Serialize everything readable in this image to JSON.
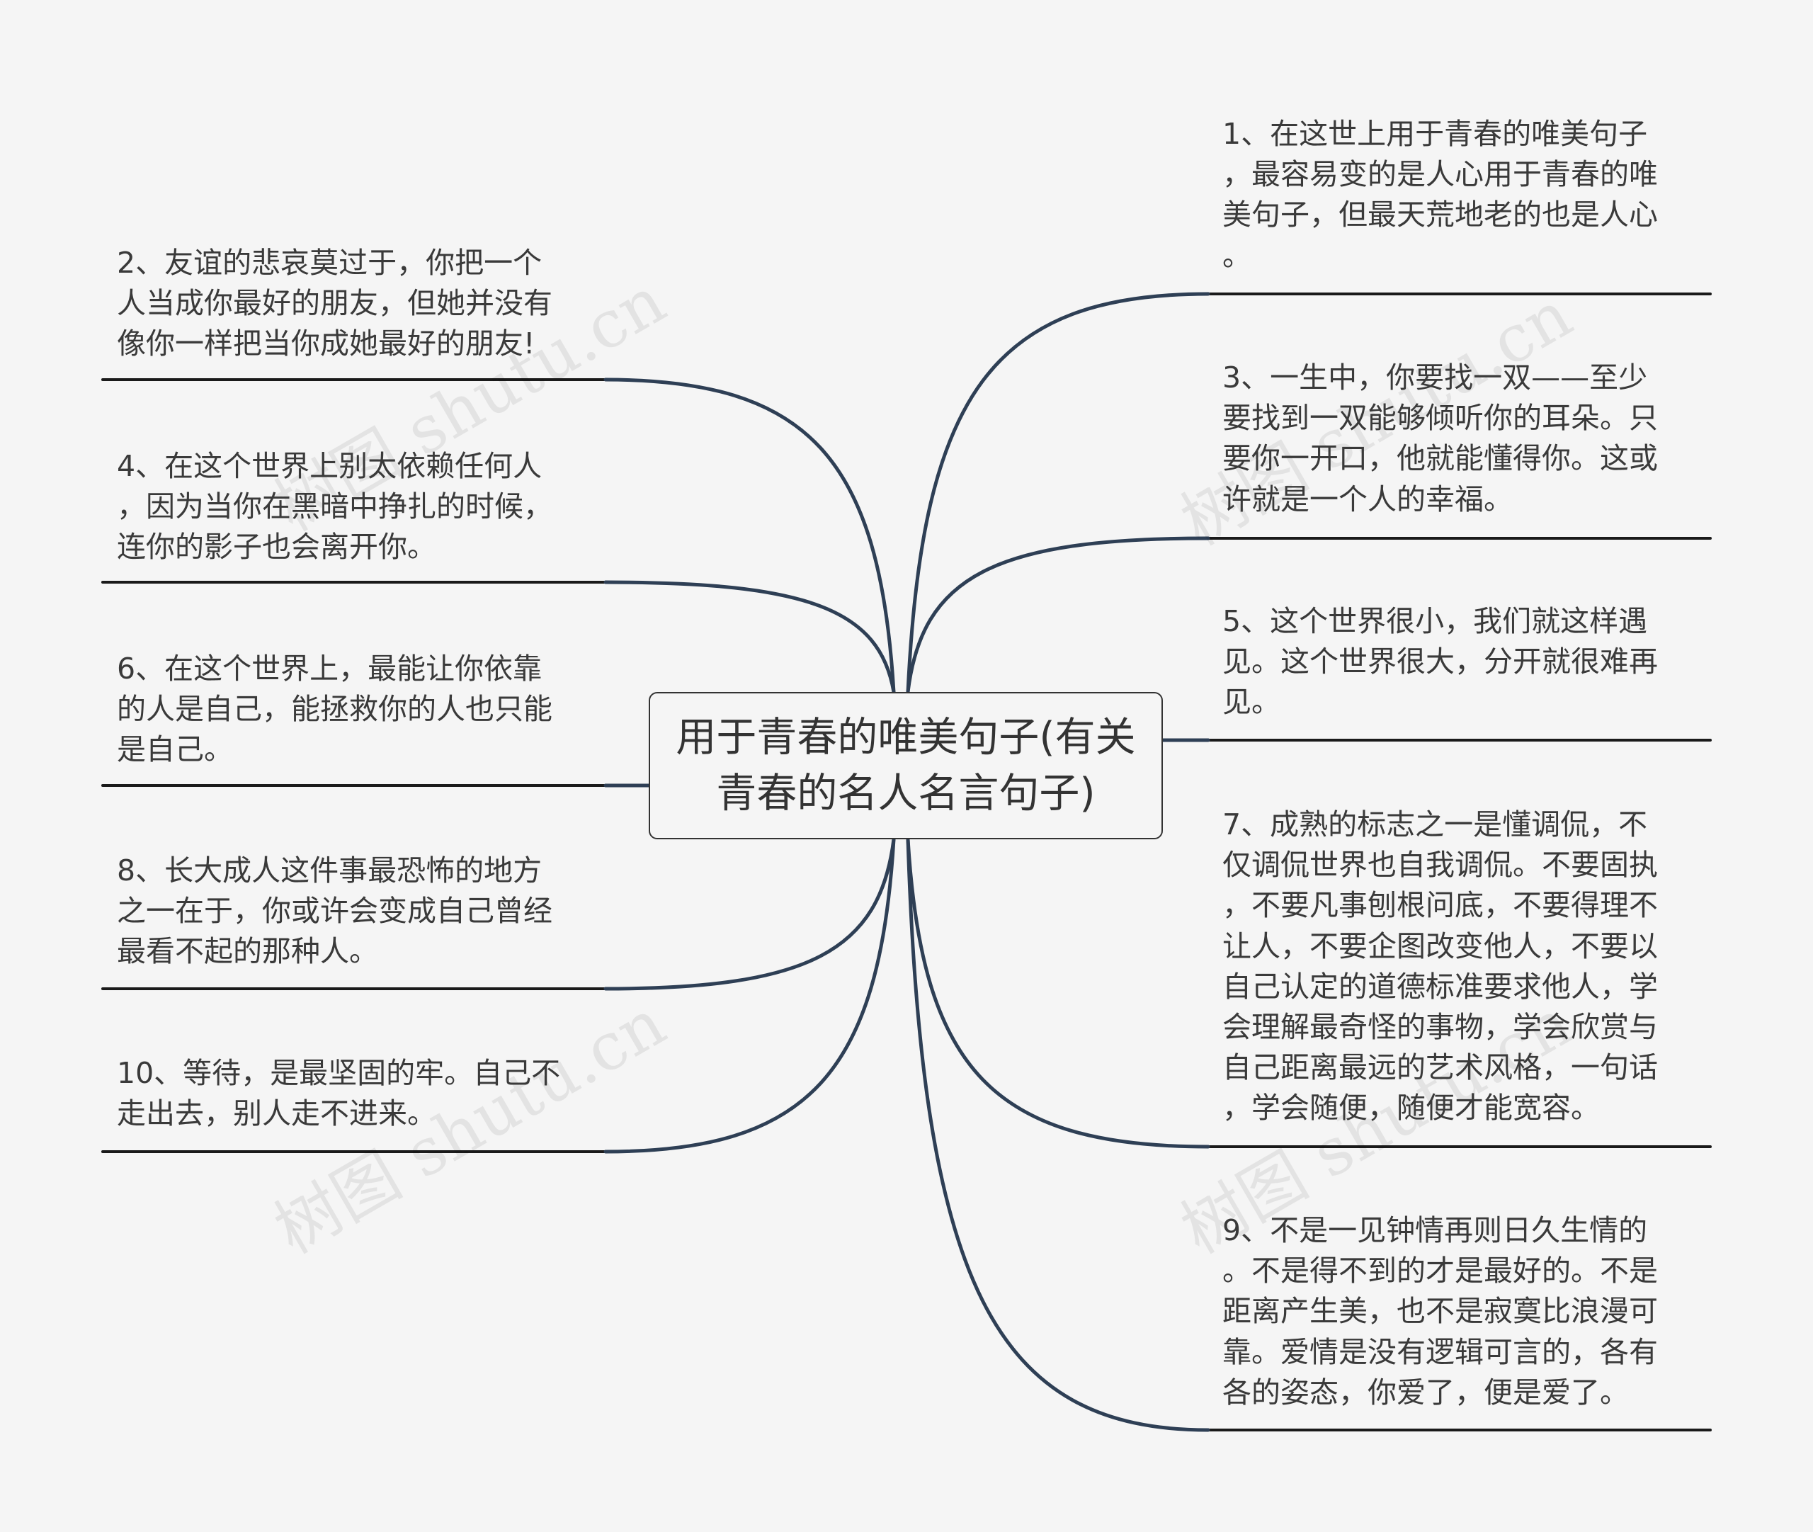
{
  "root": {
    "title": "用于青春的唯美句子(有关\n青春的名人名言句子)"
  },
  "branches": [
    {
      "id": "b1",
      "side": "right",
      "text": "1、在这世上用于青春的唯美句子\n，最容易变的是人心用于青春的唯\n美句子，但最天荒地老的也是人心\n。"
    },
    {
      "id": "b3",
      "side": "right",
      "text": "3、一生中，你要找一双——至少\n要找到一双能够倾听你的耳朵。只\n要你一开口，他就能懂得你。这或\n许就是一个人的幸福。"
    },
    {
      "id": "b5",
      "side": "right",
      "text": "5、这个世界很小，我们就这样遇\n见。这个世界很大，分开就很难再\n见。"
    },
    {
      "id": "b7",
      "side": "right",
      "text": "7、成熟的标志之一是懂调侃，不\n仅调侃世界也自我调侃。不要固执\n，不要凡事刨根问底，不要得理不\n让人，不要企图改变他人，不要以\n自己认定的道德标准要求他人，学\n会理解最奇怪的事物，学会欣赏与\n自己距离最远的艺术风格，一句话\n，学会随便，随便才能宽容。"
    },
    {
      "id": "b9",
      "side": "right",
      "text": "9、不是一见钟情再则日久生情的\n。不是得不到的才是最好的。不是\n距离产生美，也不是寂寞比浪漫可\n靠。爱情是没有逻辑可言的，各有\n各的姿态，你爱了，便是爱了。"
    },
    {
      "id": "b2",
      "side": "left",
      "text": "2、友谊的悲哀莫过于，你把一个\n人当成你最好的朋友，但她并没有\n像你一样把当你成她最好的朋友!"
    },
    {
      "id": "b4",
      "side": "left",
      "text": "4、在这个世界上别太依赖任何人\n，因为当你在黑暗中挣扎的时候，\n连你的影子也会离开你。"
    },
    {
      "id": "b6",
      "side": "left",
      "text": "6、在这个世界上，最能让你依靠\n的人是自己，能拯救你的人也只能\n是自己。"
    },
    {
      "id": "b8",
      "side": "left",
      "text": "8、长大成人这件事最恐怖的地方\n之一在于，你或许会变成自己曾经\n最看不起的那种人。"
    },
    {
      "id": "b10",
      "side": "left",
      "text": "10、等待，是最坚固的牢。自己不\n走出去，别人走不进来。"
    }
  ],
  "style": {
    "line_color": "#2e3f55",
    "underline_color": "#1a1a1a",
    "background": "#f5f5f5"
  },
  "watermark": "树图 shutu.cn"
}
